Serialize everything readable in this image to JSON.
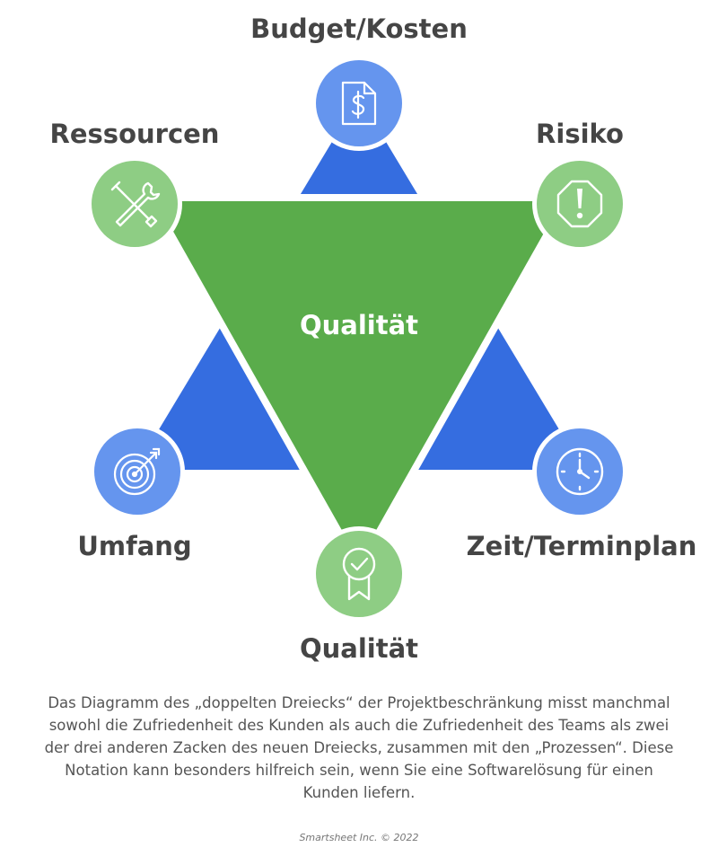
{
  "nodes": {
    "top": {
      "label": "Budget/Kosten",
      "icon": "dollar-document-icon"
    },
    "top_left": {
      "label": "Ressourcen",
      "icon": "tools-icon"
    },
    "top_right": {
      "label": "Risiko",
      "icon": "warning-octagon-icon"
    },
    "bottom_left": {
      "label": "Umfang",
      "icon": "target-icon"
    },
    "bottom_right": {
      "label": "Zeit/Terminplan",
      "icon": "clock-icon"
    },
    "bottom": {
      "label": "Qualität",
      "icon": "award-badge-icon"
    }
  },
  "center_label": "Qualität",
  "caption": "Das Diagramm des „doppelten Dreiecks“ der Projektbeschränkung misst manchmal sowohl die Zufriedenheit des Kunden als auch die Zufriedenheit des Teams als zwei der drei anderen Zacken des neuen Dreiecks, zusammen mit den „Prozessen“. Diese Notation kann besonders hilfreich sein, wenn Sie eine Softwarelösung für einen Kunden liefern.",
  "credit": "Smartsheet Inc. © 2022",
  "colors": {
    "green_triangle": "#5aac4b",
    "blue_triangle": "#356de0",
    "blue_circle": "#6595ee",
    "green_circle": "#8ecd84",
    "label_text": "#454545",
    "caption_text": "#555555"
  }
}
